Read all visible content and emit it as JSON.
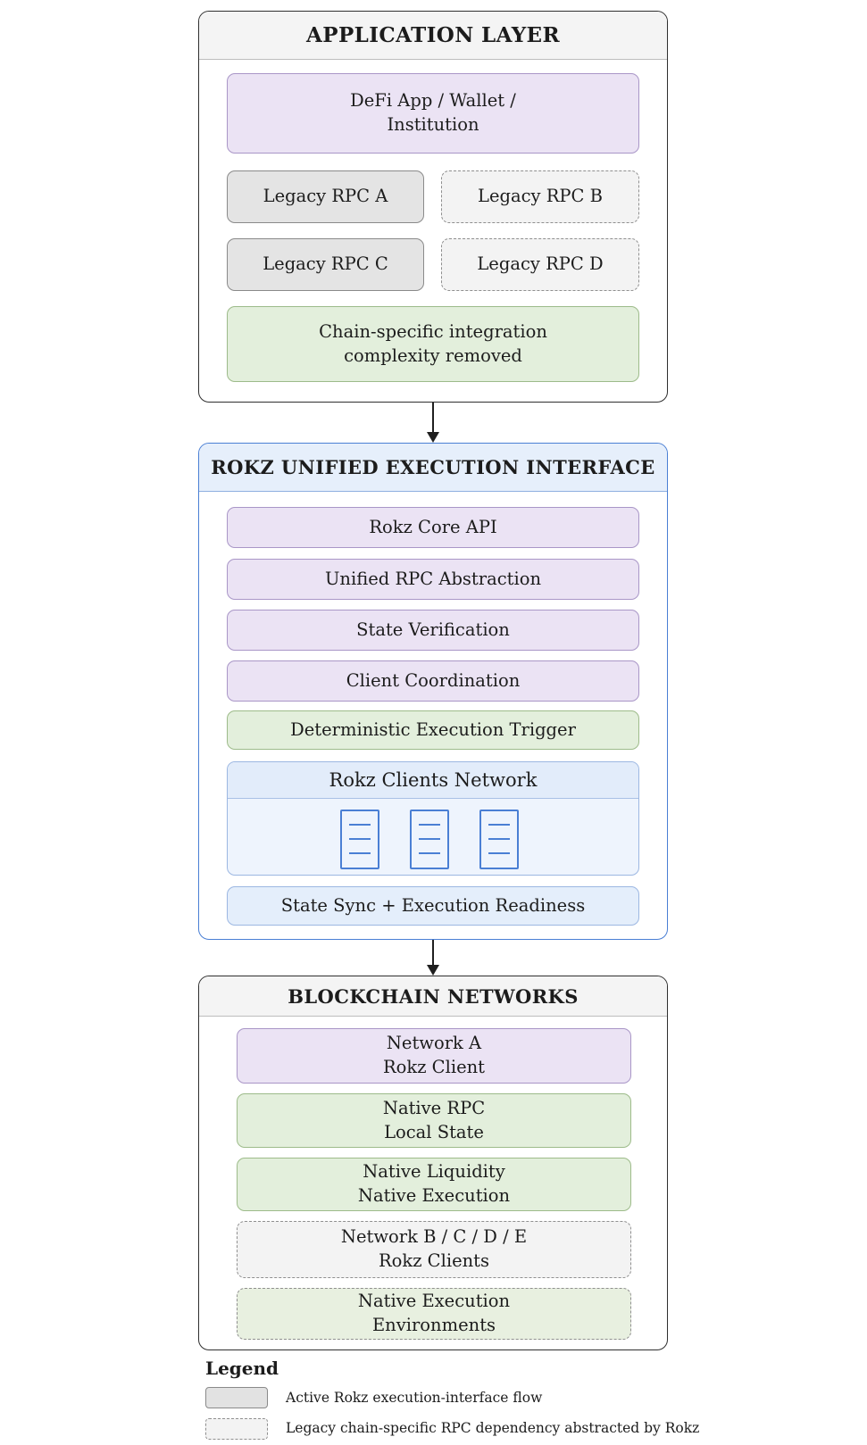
{
  "application_layer": {
    "title": "APPLICATION LAYER",
    "app_box": [
      "DeFi App / Wallet /",
      "Institution"
    ],
    "rpc": [
      "Legacy RPC A",
      "Legacy RPC B",
      "Legacy RPC C",
      "Legacy RPC D"
    ],
    "complexity_box": [
      "Chain-specific integration",
      "complexity removed"
    ]
  },
  "interface": {
    "title": "ROKZ UNIFIED EXECUTION INTERFACE",
    "items": [
      "Rokz Core API",
      "Unified RPC Abstraction",
      "State Verification",
      "Client Coordination"
    ],
    "trigger": "Deterministic Execution Trigger",
    "clients_network": "Rokz Clients Network",
    "clients_icon": "server-icon",
    "sync": "State Sync + Execution Readiness"
  },
  "blockchain": {
    "title": "BLOCKCHAIN NETWORKS",
    "boxes": [
      [
        "Network A",
        "Rokz Client"
      ],
      [
        "Native RPC",
        "Local State"
      ],
      [
        "Native Liquidity",
        "Native Execution"
      ],
      [
        "Network B / C / D / E",
        "Rokz Clients"
      ],
      [
        "Native Execution",
        "Environments"
      ]
    ]
  },
  "legend": {
    "title": "Legend",
    "items": [
      "Active Rokz execution-interface flow",
      "Legacy chain-specific RPC dependency abstracted by Rokz"
    ]
  }
}
